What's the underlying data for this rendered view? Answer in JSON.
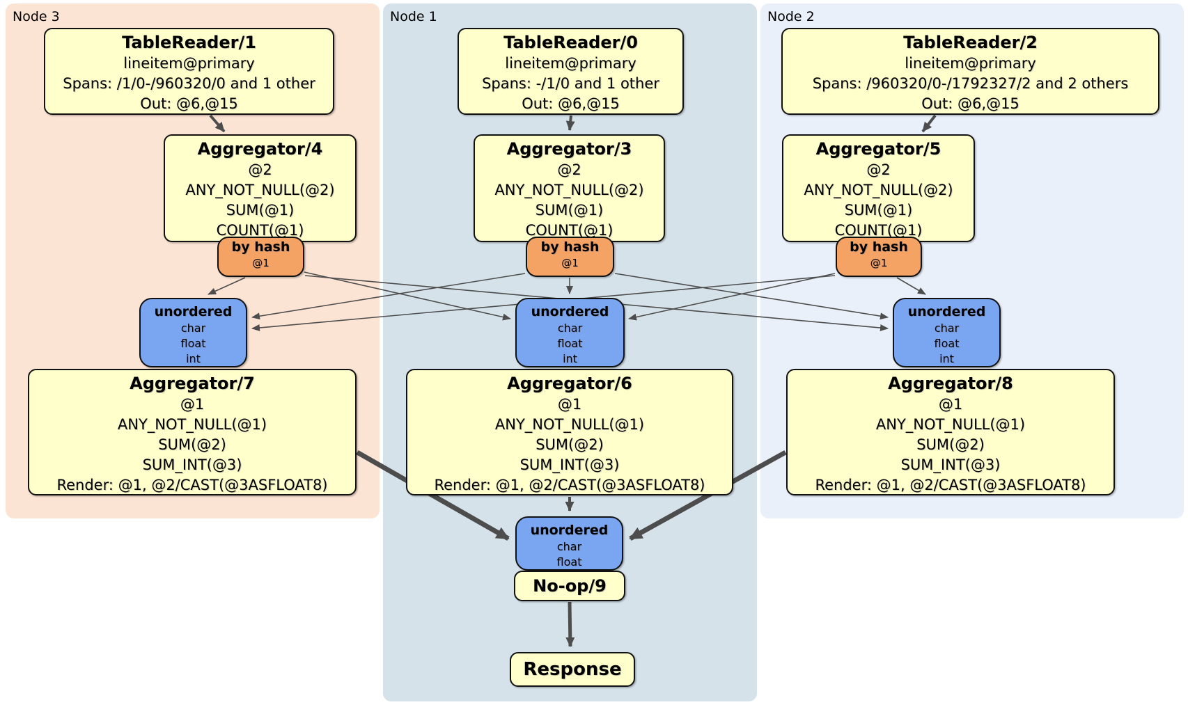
{
  "regions": [
    {
      "label": "Node 3"
    },
    {
      "label": "Node 1"
    },
    {
      "label": "Node 2"
    }
  ],
  "processors": {
    "tr1": {
      "title": "TableReader/1",
      "lines": [
        "lineitem@primary",
        "Spans: /1/0-/960320/0 and 1 other",
        "Out: @6,@15"
      ]
    },
    "tr0": {
      "title": "TableReader/0",
      "lines": [
        "lineitem@primary",
        "Spans: -/1/0 and 1 other",
        "Out: @6,@15"
      ]
    },
    "tr2": {
      "title": "TableReader/2",
      "lines": [
        "lineitem@primary",
        "Spans: /960320/0-/1792327/2 and 2 others",
        "Out: @6,@15"
      ]
    },
    "agg4": {
      "title": "Aggregator/4",
      "lines": [
        "@2",
        "ANY_NOT_NULL(@2)",
        "SUM(@1)",
        "COUNT(@1)"
      ]
    },
    "agg3": {
      "title": "Aggregator/3",
      "lines": [
        "@2",
        "ANY_NOT_NULL(@2)",
        "SUM(@1)",
        "COUNT(@1)"
      ]
    },
    "agg5": {
      "title": "Aggregator/5",
      "lines": [
        "@2",
        "ANY_NOT_NULL(@2)",
        "SUM(@1)",
        "COUNT(@1)"
      ]
    },
    "agg7": {
      "title": "Aggregator/7",
      "lines": [
        "@1",
        "ANY_NOT_NULL(@1)",
        "SUM(@2)",
        "SUM_INT(@3)",
        "Render: @1, @2/CAST(@3ASFLOAT8)"
      ]
    },
    "agg6": {
      "title": "Aggregator/6",
      "lines": [
        "@1",
        "ANY_NOT_NULL(@1)",
        "SUM(@2)",
        "SUM_INT(@3)",
        "Render: @1, @2/CAST(@3ASFLOAT8)"
      ]
    },
    "agg8": {
      "title": "Aggregator/8",
      "lines": [
        "@1",
        "ANY_NOT_NULL(@1)",
        "SUM(@2)",
        "SUM_INT(@3)",
        "Render: @1, @2/CAST(@3ASFLOAT8)"
      ]
    },
    "noop": {
      "title": "No-op/9"
    },
    "response": {
      "title": "Response"
    }
  },
  "routers": {
    "hash3": {
      "title": "by hash",
      "key": "@1"
    },
    "hash1": {
      "title": "by hash",
      "key": "@1"
    },
    "hash2": {
      "title": "by hash",
      "key": "@1"
    }
  },
  "syncs": {
    "un3": {
      "title": "unordered",
      "lines": [
        "char",
        "float",
        "int"
      ]
    },
    "un1": {
      "title": "unordered",
      "lines": [
        "char",
        "float",
        "int"
      ]
    },
    "un2": {
      "title": "unordered",
      "lines": [
        "char",
        "float",
        "int"
      ]
    },
    "unfinal": {
      "title": "unordered",
      "lines": [
        "char",
        "float"
      ]
    }
  },
  "colors": {
    "region_node3": "#fce4d4",
    "region_node1": "#d5e2ea",
    "region_node2": "#eaf0fa",
    "processor_fill": "#ffffcc",
    "router_fill": "#f5a265",
    "sync_fill": "#7aa5f0",
    "edge": "#4d4d4d"
  }
}
